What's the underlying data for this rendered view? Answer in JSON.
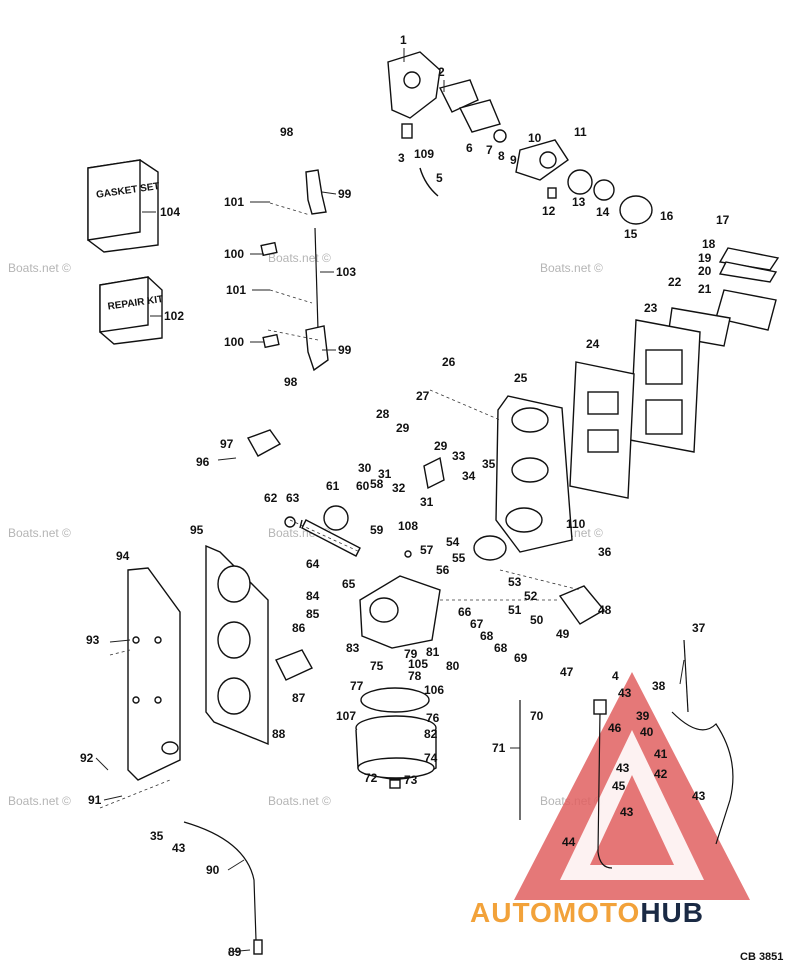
{
  "watermark": "Boats.net ©",
  "brand": {
    "part1": "AUTOMOTO",
    "part2": "HUB",
    "color_accent": "#f2a23a",
    "color_dark": "#1a2a44",
    "triangle_color": "#e06060"
  },
  "code": "CB 3851",
  "kits": {
    "gasket_set": "GASKET SET",
    "repair_kit": "REPAIR KIT"
  },
  "labels": [
    "1",
    "2",
    "3",
    "4",
    "5",
    "6",
    "7",
    "8",
    "9",
    "10",
    "11",
    "12",
    "13",
    "14",
    "15",
    "16",
    "17",
    "18",
    "19",
    "20",
    "21",
    "22",
    "23",
    "24",
    "25",
    "26",
    "27",
    "28",
    "29",
    "30",
    "31",
    "32",
    "33",
    "34",
    "35",
    "36",
    "37",
    "38",
    "39",
    "40",
    "41",
    "42",
    "43",
    "44",
    "45",
    "46",
    "47",
    "48",
    "49",
    "50",
    "51",
    "52",
    "53",
    "54",
    "55",
    "56",
    "57",
    "58",
    "59",
    "60",
    "61",
    "62",
    "63",
    "64",
    "65",
    "66",
    "67",
    "68",
    "69",
    "70",
    "71",
    "72",
    "73",
    "74",
    "75",
    "76",
    "77",
    "78",
    "79",
    "80",
    "81",
    "82",
    "83",
    "84",
    "85",
    "86",
    "87",
    "88",
    "89",
    "90",
    "91",
    "92",
    "93",
    "94",
    "95",
    "96",
    "97",
    "98",
    "99",
    "100",
    "101",
    "102",
    "103",
    "104",
    "105",
    "106",
    "107",
    "108",
    "109",
    "110"
  ]
}
